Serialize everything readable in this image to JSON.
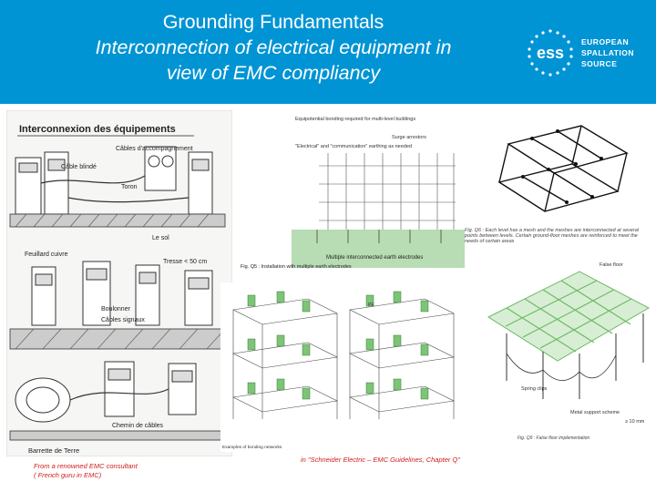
{
  "slide": {
    "title_line1": "Grounding Fundamentals",
    "title_line2": "Interconnection of electrical equipment in",
    "title_line3": "view of EMC compliancy",
    "accent_color": "#0094d4"
  },
  "logo": {
    "mark": "ess",
    "line1": "EUROPEAN",
    "line2": "SPALLATION",
    "line3": "SOURCE"
  },
  "left_drawing": {
    "title": "Interconnexion des équipements",
    "labels": {
      "cable_accompagnement": "Câbles d'accompagnement",
      "cable_blinde": "Câble blindé",
      "toron": "Toron",
      "le_sol": "Le sol",
      "feuillard": "Feuillard cuivre",
      "tresse": "Tresse < 50 cm",
      "boulonner": "Boulonner",
      "cables_signaux": "Câbles signaux",
      "chemin": "Chemin de câbles",
      "barrette": "Barrette de Terre"
    }
  },
  "fig_q5": {
    "label_top": "Equipotential bonding required for multi-level buildings",
    "label_comm": "\"Electrical\" and \"communication\" earthing as needed",
    "label_surge": "Surge arrestors",
    "label_earth": "Multiple interconnected earth electrodes",
    "caption": "Fig. Q5 : Installation with multiple earth electrodes"
  },
  "fig_q6": {
    "caption": "Fig. Q6 : Each level has a mesh and the meshes are interconnected at several points between levels. Certain ground-floor meshes are reinforced to meet the needs of certain areas"
  },
  "bonding_examples": {
    "label_pe": "PE",
    "caption": "Examples of bonding networks"
  },
  "fig_q9": {
    "false_floor": "False floor",
    "spring_clips": "Spring clips",
    "metal_support": "Metal support scheme",
    "spacing": "≥ 10 mm",
    "caption": "Fig. Q9 : False floor implementation"
  },
  "footer": {
    "left_line1": "From a renowned EMC consultant",
    "left_line2": "( French guru in EMC)",
    "right": "in \"Schneider Electric – EMC Guidelines, Chapter Q\""
  }
}
